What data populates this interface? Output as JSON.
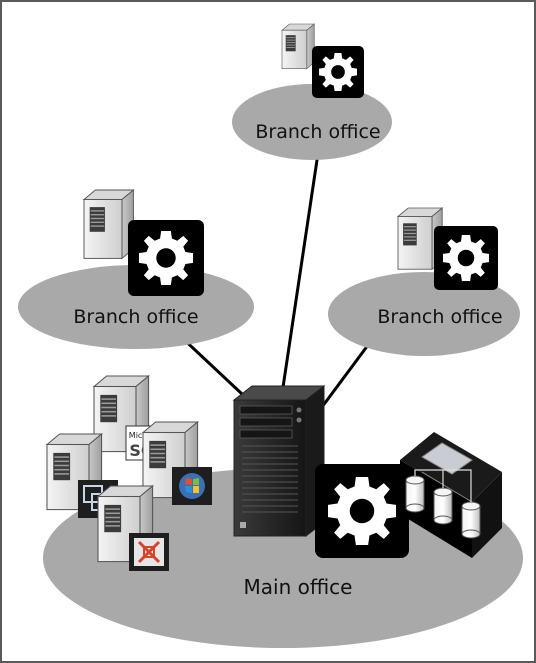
{
  "diagram": {
    "branches": [
      {
        "label": "Branch office"
      },
      {
        "label": "Branch office"
      },
      {
        "label": "Branch office"
      }
    ],
    "main": {
      "label": "Main office"
    },
    "product_logos": {
      "sql_top": "Microsoft",
      "sql_bottom": "SQL"
    },
    "colors": {
      "ellipse": "#a9a9a9",
      "server_light": "#e6e6e6",
      "server_shadow": "#bdbdbd",
      "tower": "#2a2a2a",
      "gear_tile": "#000000",
      "connector": "#000000",
      "frame": "#5a5a5a"
    },
    "icons": [
      "server-icon",
      "gear-icon",
      "tower-server-icon",
      "storage-array-icon",
      "vmware-icon",
      "windows-icon",
      "exchange-icon",
      "sql-server-icon"
    ]
  }
}
